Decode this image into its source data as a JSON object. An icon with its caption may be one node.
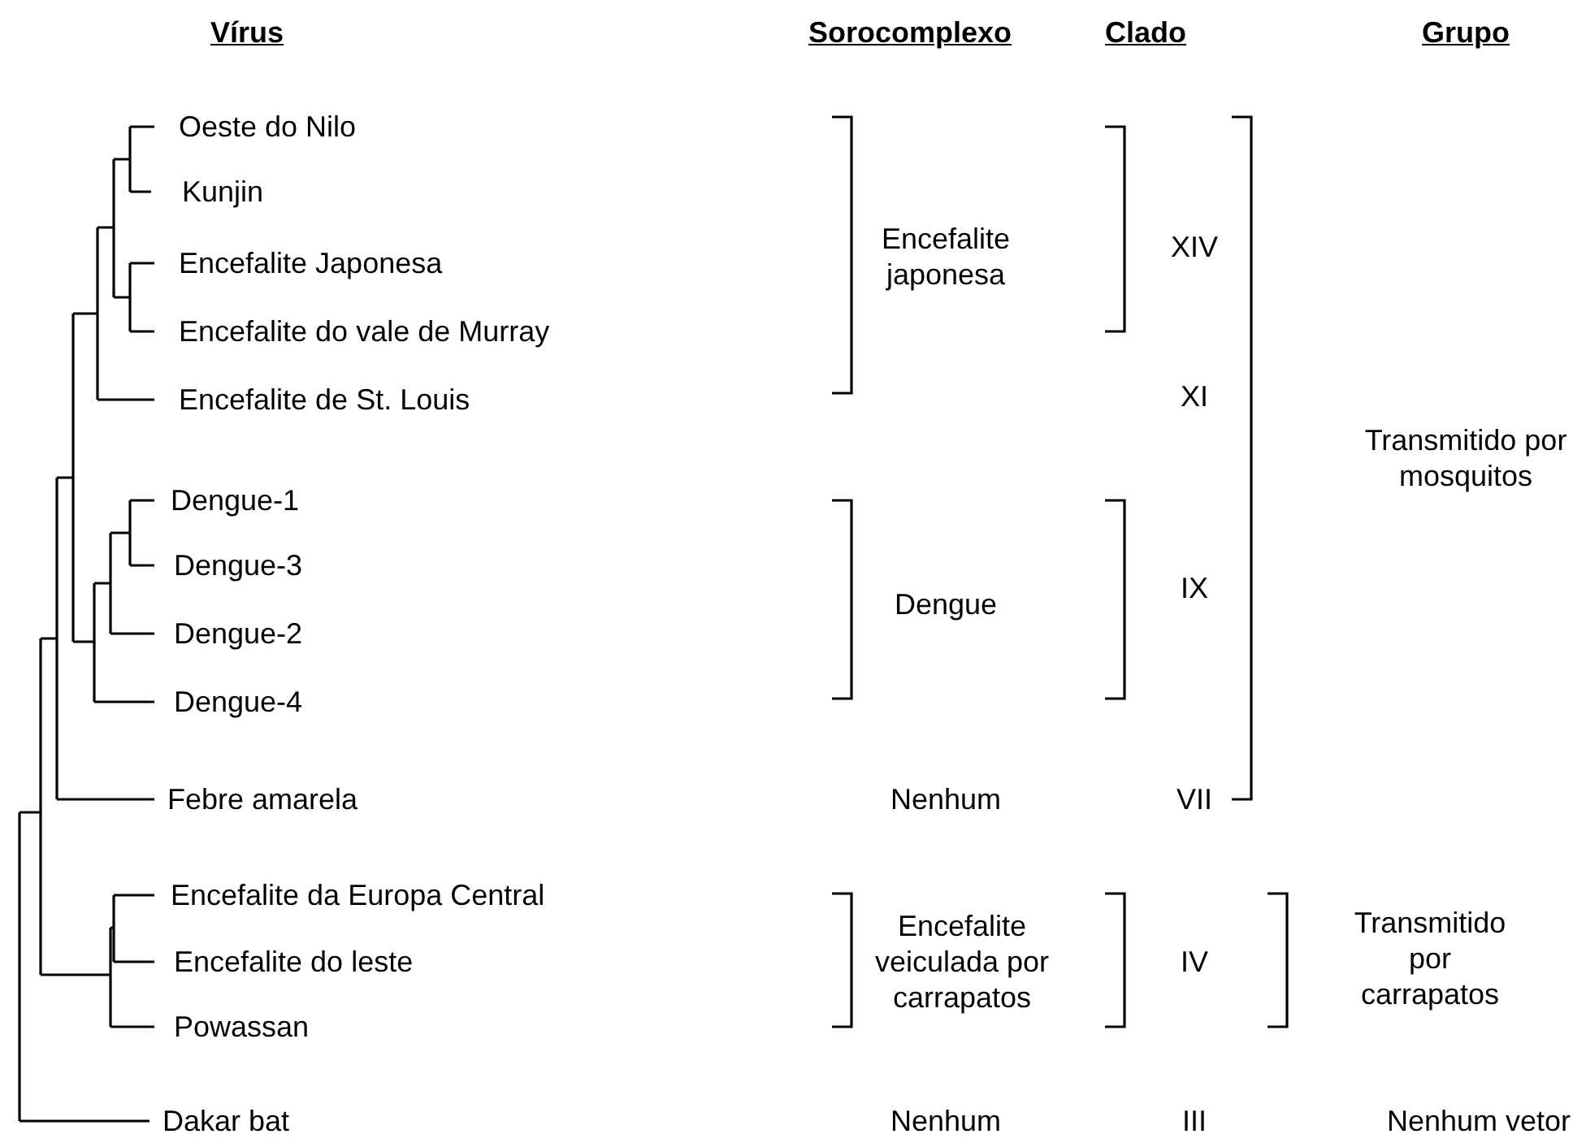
{
  "diagram": {
    "labels": [
      "Vírus",
      "Sorocomplexo",
      "Clado",
      "Grupo",
      "Oeste do Nilo",
      "Kunjin",
      "Encefalite japonesa",
      "XIV",
      "Encefalite Japonesa",
      "Encefalite do vale de Murray",
      "Encefalite de St. Louis",
      "XI",
      "Transmitido por mosquitos",
      "Dengue-1",
      "Dengue-3",
      "Dengue",
      "IX",
      "Dengue-2",
      "Dengue-4",
      "Febre amarela",
      "Nenhum",
      "VII",
      "Encefalite da Europa Central",
      "Transmitido por carrapatos",
      "Encefalite do leste",
      "Encefalite veiculada por carrapatos",
      "IV",
      "Powassan",
      "Dakar bat",
      "Nenhum",
      "III",
      "Nenhum vetor"
    ]
  }
}
